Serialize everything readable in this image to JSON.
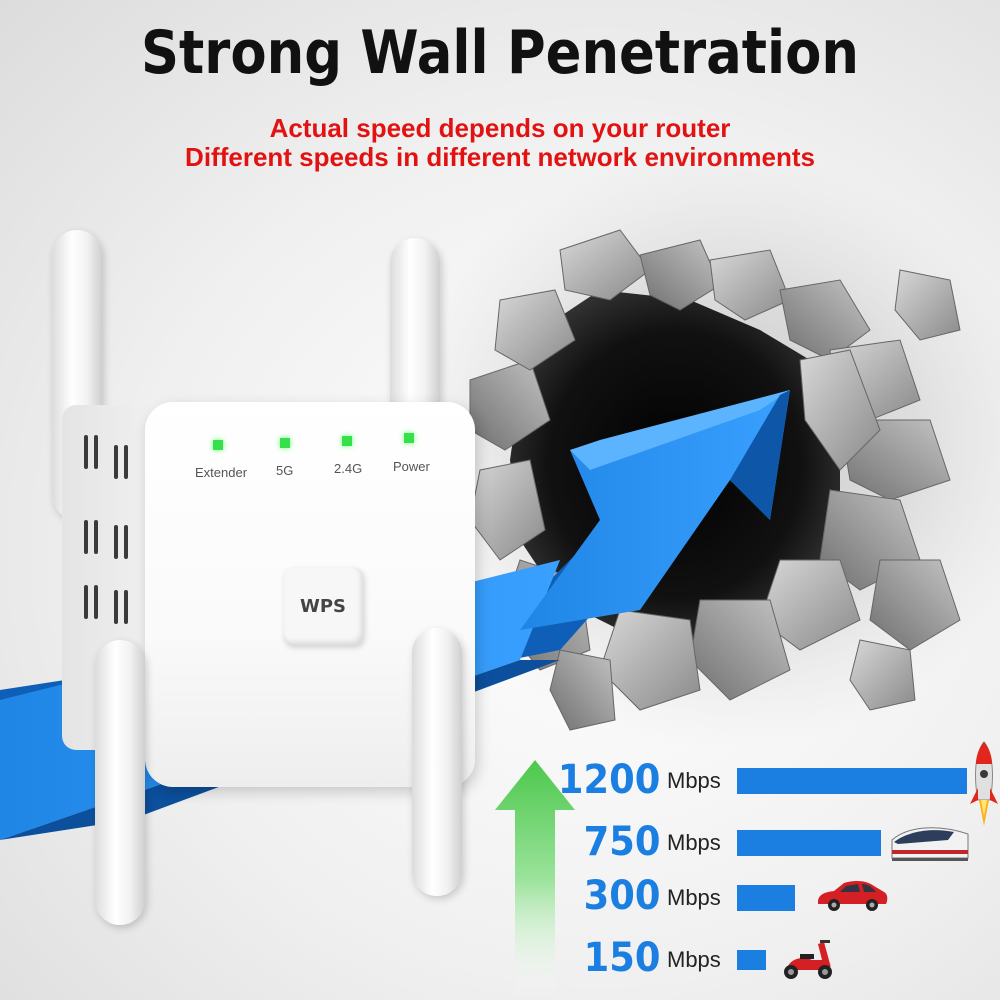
{
  "headline": {
    "title": "Strong Wall Penetration",
    "subtitle_1": "Actual speed depends on your router",
    "subtitle_2": "Different speeds in different network environments"
  },
  "device": {
    "indicators": [
      "Extender",
      "5G",
      "2.4G",
      "Power"
    ],
    "indicator_color": "#36e04a",
    "wps_label": "WPS"
  },
  "speed_chart": {
    "bar_color": "#1a7fe0",
    "rows": [
      {
        "value": "1200",
        "unit": "Mbps",
        "level": 1200,
        "icon": "rocket-icon"
      },
      {
        "value": "750",
        "unit": "Mbps",
        "level": 750,
        "icon": "bullet-train-icon"
      },
      {
        "value": "300",
        "unit": "Mbps",
        "level": 300,
        "icon": "car-icon"
      },
      {
        "value": "150",
        "unit": "Mbps",
        "level": 150,
        "icon": "scooter-icon"
      }
    ]
  },
  "colors": {
    "title": "#111111",
    "subtitle": "#e31212",
    "arrow_blue": "#1a7fe0",
    "growth_arrow": "#5cd35c"
  }
}
